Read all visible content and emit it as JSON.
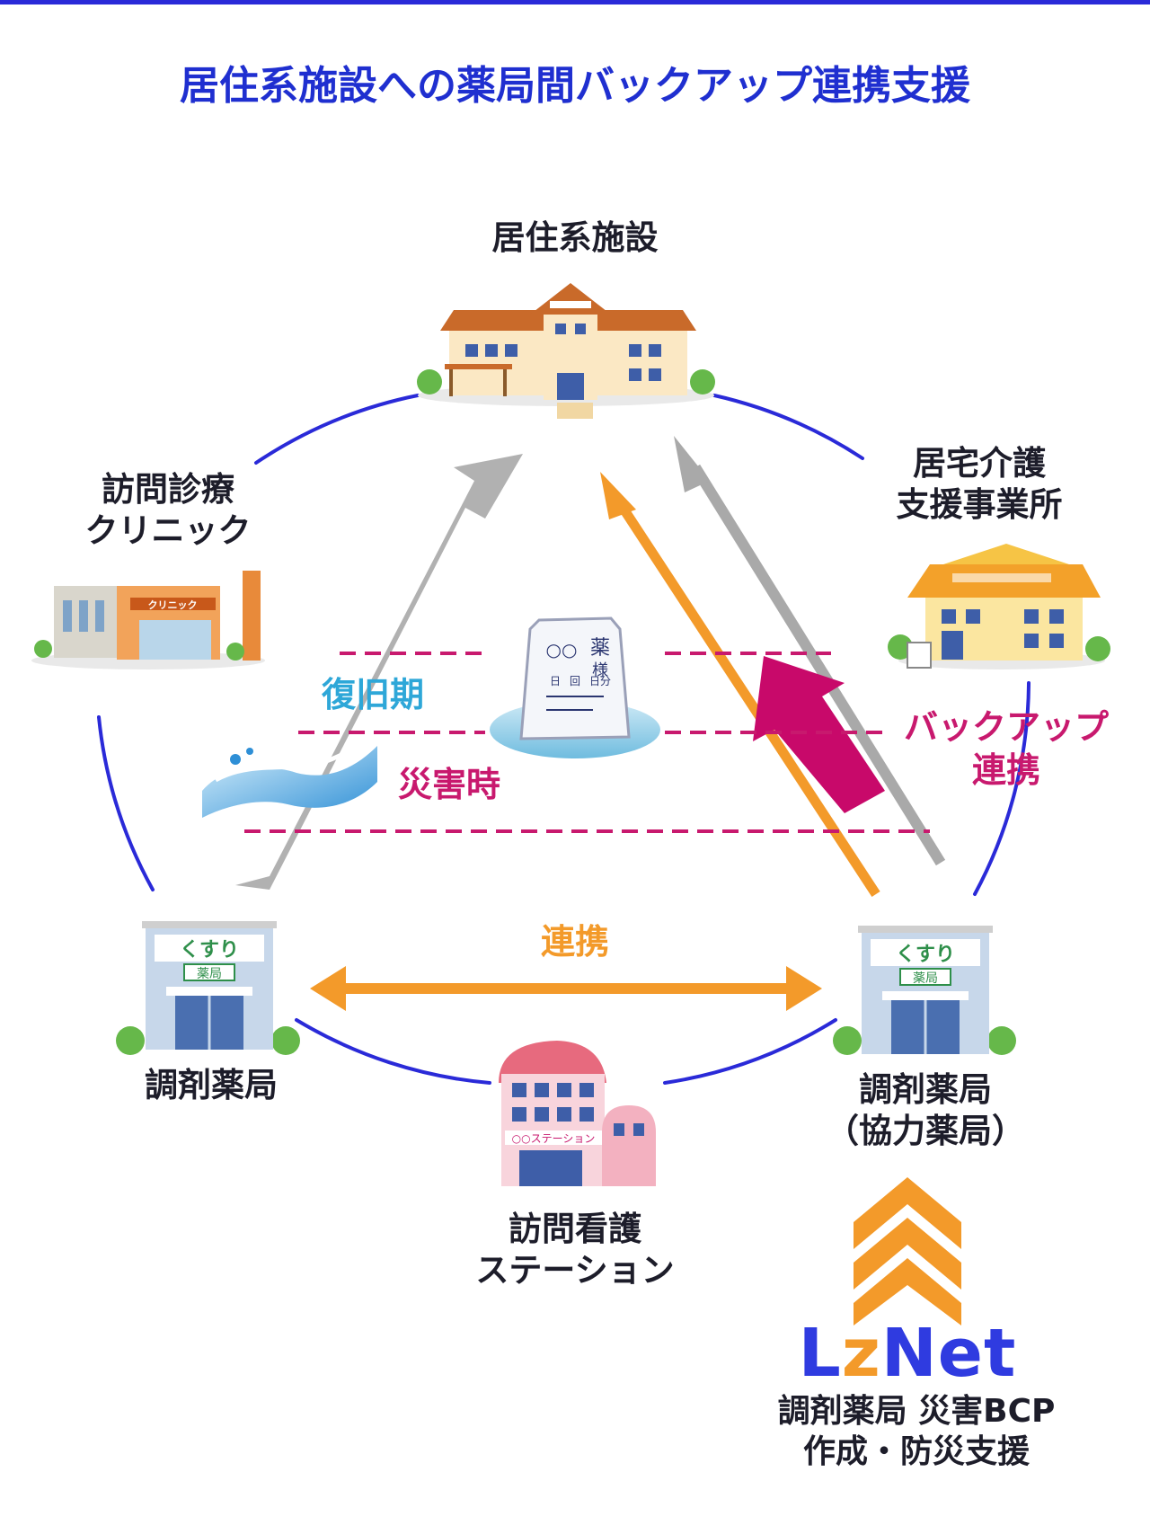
{
  "title": "居住系施設への薬局間バックアップ連携支援",
  "nodes": {
    "residential_facility": "居住系施設",
    "home_care_office": [
      "居宅介護",
      "支援事業所"
    ],
    "clinic": [
      "訪問診療",
      "クリニック"
    ],
    "pharmacy_left": "調剤薬局",
    "pharmacy_right": [
      "調剤薬局",
      "（協力薬局）"
    ],
    "nursing_station": [
      "訪問看護",
      "ステーション"
    ]
  },
  "phases": {
    "recovery": "復旧期",
    "disaster": "災害時"
  },
  "backup_link": [
    "バックアップ",
    "連携"
  ],
  "cooperation": "連携",
  "signs": {
    "clinic_sign": "クリニック",
    "pharmacy_sign": "くすり",
    "pharmacy_sub": "薬局",
    "station_sign": "○○ステーション",
    "medicine_bag": [
      "○○",
      "薬",
      "様",
      "日",
      "回",
      "日分"
    ]
  },
  "brand": {
    "logo_part1": "Lz",
    "logo_part2": "Net",
    "tagline": [
      "調剤薬局 災害BCP",
      "作成・防災支援"
    ]
  },
  "colors": {
    "title": "#1f2fd0",
    "circle": "#2a2ad8",
    "recovery_text": "#2ea7d8",
    "disaster_text": "#c8196e",
    "orange": "#f39a2a",
    "gray_arrow": "#a9a9a9",
    "magenta_arrow": "#c8096a"
  }
}
